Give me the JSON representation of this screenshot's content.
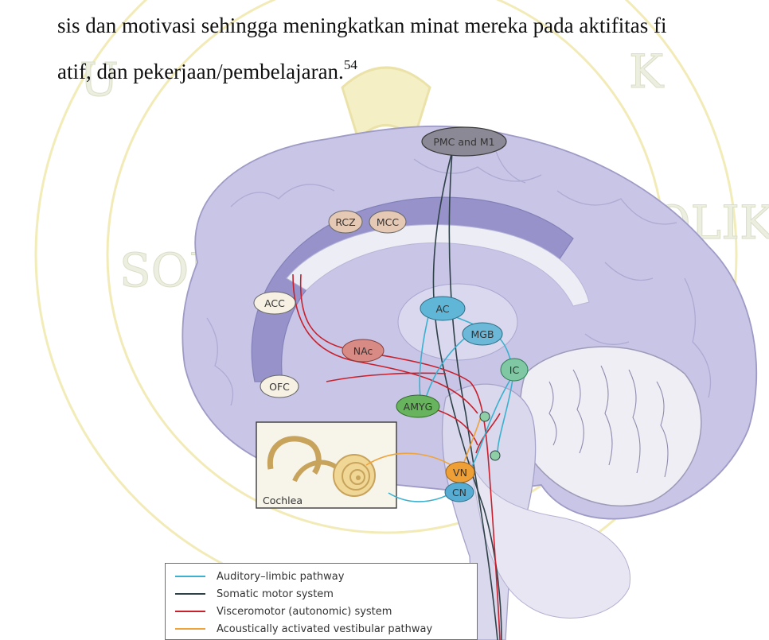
{
  "body_text": {
    "line1": "sis dan motivasi sehingga meningkatkan minat mereka pada aktifitas fi",
    "line2": "atif, dan pekerjaan/pembelajaran.",
    "footnote_ref": "54"
  },
  "watermark": {
    "description": "university seal watermark",
    "letters_left": "SOE",
    "letters_right": "OLIK",
    "color": "#e9e07a"
  },
  "figure": {
    "labels": {
      "pmc_m1": "PMC and M1",
      "rcz": "RCZ",
      "mcc": "MCC",
      "acc": "ACC",
      "ac": "AC",
      "mgb": "MGB",
      "nac": "NAc",
      "ic": "IC",
      "ofc": "OFC",
      "amyg": "AMYG",
      "vn": "VN",
      "cn": "CN",
      "cochlea": "Cochlea"
    },
    "colors": {
      "auditory_limbic": "#3bb1cf",
      "somatic_motor": "#2f4148",
      "visceromotor": "#c8202c",
      "vestibular": "#efa33a"
    }
  },
  "legend": {
    "items": [
      {
        "label": "Auditory–limbic pathway",
        "color": "#3bb1cf"
      },
      {
        "label": "Somatic motor system",
        "color": "#2f4148"
      },
      {
        "label": "Visceromotor (autonomic) system",
        "color": "#c8202c"
      },
      {
        "label": "Acoustically activated vestibular pathway",
        "color": "#efa33a"
      }
    ]
  }
}
